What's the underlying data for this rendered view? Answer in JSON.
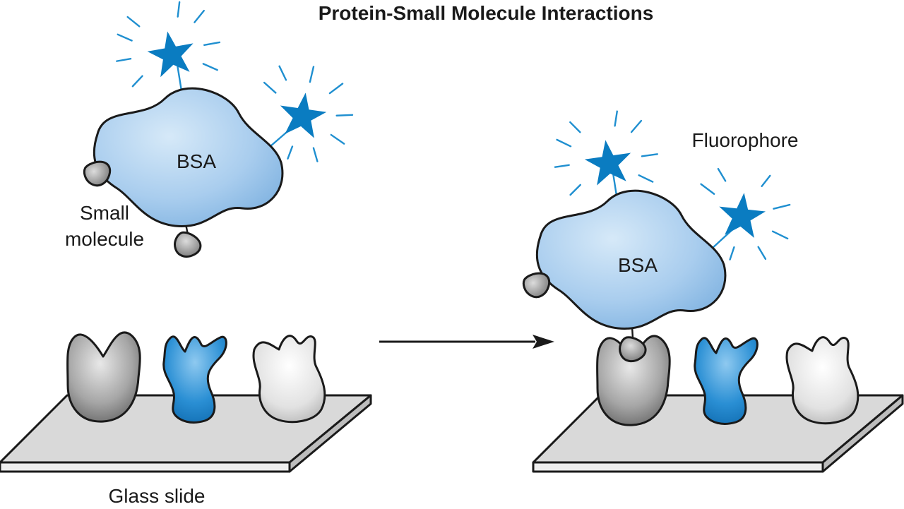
{
  "title": "Protein-Small Molecule Interactions",
  "labels": {
    "bsa_left": "BSA",
    "bsa_right": "BSA",
    "small_molecule_line1": "Small",
    "small_molecule_line2": "molecule",
    "fluorophore": "Fluorophore",
    "glass_slide": "Glass slide"
  },
  "colors": {
    "fluorophore_blue": "#0a7cc1",
    "bsa_blue": "#a9cdee",
    "small_molecule_gray": "#8a8a8a",
    "slide_gray": "#d9d9d9"
  }
}
